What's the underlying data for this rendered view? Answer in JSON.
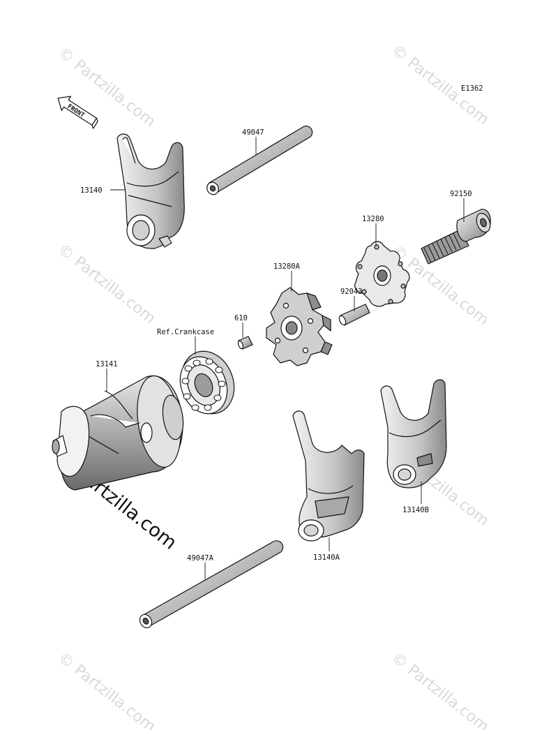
{
  "diagram_code": "E1362",
  "front_arrow_label": "FRONT",
  "reference_label": "Ref.Crankcase",
  "watermark_text": "© Partzilla.com",
  "parts": [
    {
      "key": "p49047",
      "number": "49047"
    },
    {
      "key": "p13140",
      "number": "13140"
    },
    {
      "key": "p92150",
      "number": "92150"
    },
    {
      "key": "p13280",
      "number": "13280"
    },
    {
      "key": "p13280A",
      "number": "13280A"
    },
    {
      "key": "p92043",
      "number": "92043"
    },
    {
      "key": "p610",
      "number": "610"
    },
    {
      "key": "p13141",
      "number": "13141"
    },
    {
      "key": "p13140B",
      "number": "13140B"
    },
    {
      "key": "p13140A",
      "number": "13140A"
    },
    {
      "key": "p49047A",
      "number": "49047A"
    }
  ],
  "colors": {
    "ink": "#111111",
    "part_fill": "#ffffff",
    "shade_light": "#e6e6e6",
    "shade_mid": "#bdbdbd",
    "shade_dark": "#6e6e6e",
    "watermark": "#d9d9d9"
  }
}
